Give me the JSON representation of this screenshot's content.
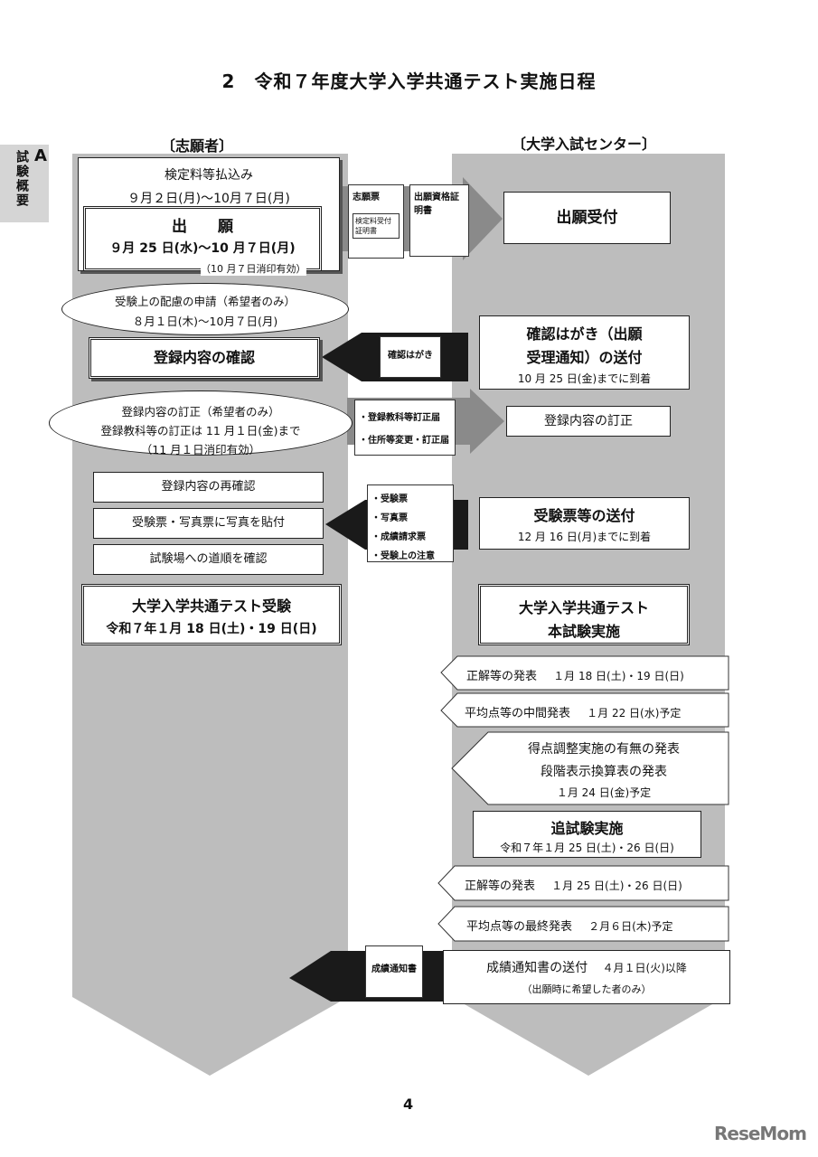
{
  "title": "2　令和７年度大学入学共通テスト実施日程",
  "side_tab": {
    "text": "試験概要",
    "letter": "A"
  },
  "columns": {
    "left": "〔志願者〕",
    "right": "〔大学入試センター〕"
  },
  "applicant": {
    "fee_title": "検定料等払込み",
    "fee_dates": "９月２日(月)～10月７日(月)",
    "apply_title": "出　　願",
    "apply_dates": "９月 25 日(水)～10 月７日(月)",
    "apply_note": "（10 月７日消印有効）",
    "consideration_line1": "受験上の配慮の申請（希望者のみ）",
    "consideration_line2": "８月１日(木)～10月７日(月)",
    "confirm_reg": "登録内容の確認",
    "correction_line1": "登録内容の訂正（希望者のみ）",
    "correction_line2": "登録教科等の訂正は 11 月１日(金)まで",
    "correction_line3": "（11 月１日消印有効）",
    "reconfirm": "登録内容の再確認",
    "photo": "受験票・写真票に写真を貼付",
    "route": "試験場への道順を確認",
    "exam_title": "大学入学共通テスト受験",
    "exam_dates": "令和７年１月 18 日(土)・19 日(日)"
  },
  "documents": {
    "doc1": "志願票",
    "doc1_sub": "検定料受付証明書",
    "doc2": "出願資格証明書",
    "postcard": "確認はがき",
    "corr1": "・登録教科等訂正届",
    "corr2": "・住所等変更・訂正届",
    "items": [
      "・受験票",
      "・写真票",
      "・成績請求票",
      "・受験上の注意"
    ],
    "score_notice": "成績通知書"
  },
  "center": {
    "reception": "出願受付",
    "postcard_line1": "確認はがき（出願",
    "postcard_line2": "受理通知）の送付",
    "postcard_arrival": "10 月 25 日(金)までに到着",
    "correction": "登録内容の訂正",
    "tickets_title": "受験票等の送付",
    "tickets_arrival": "12 月 16 日(月)までに到着",
    "main_exam_line1": "大学入学共通テスト",
    "main_exam_line2": "本試験実施",
    "answers1_label": "正解等の発表",
    "answers1_date": "１月 18 日(土)・19 日(日)",
    "avg_mid_label": "平均点等の中間発表",
    "avg_mid_date": "１月 22 日(水)予定",
    "adjust_line1": "得点調整実施の有無の発表",
    "adjust_line2": "段階表示換算表の発表",
    "adjust_date": "１月 24 日(金)予定",
    "retest_title": "追試験実施",
    "retest_dates": "令和７年１月 25 日(土)・26 日(日)",
    "answers2_label": "正解等の発表",
    "answers2_date": "１月 25 日(土)・26 日(日)",
    "avg_final_label": "平均点等の最終発表",
    "avg_final_date": "２月６日(木)予定",
    "score_send_label": "成績通知書の送付",
    "score_send_date": "４月１日(火)以降",
    "score_send_note": "（出願時に希望した者のみ）"
  },
  "page_number": "4",
  "watermark": "ReseMom",
  "colors": {
    "column_gray": "#bdbdbd",
    "arrow_dark": "#1a1a1a",
    "arrow_gray": "#8a8a8a"
  }
}
